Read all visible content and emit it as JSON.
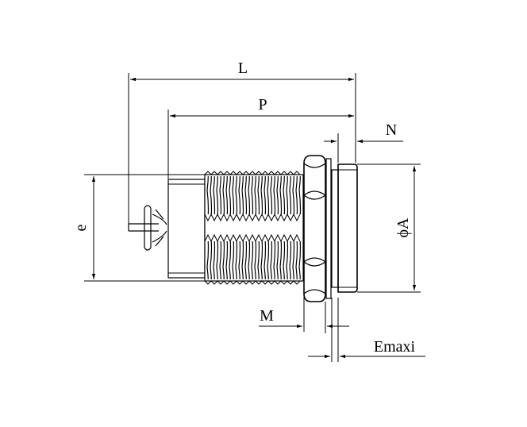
{
  "dimensions": {
    "L": "L",
    "P": "P",
    "N": "N",
    "e": "e",
    "A": "ϕA",
    "M": "M",
    "E": "Emaxi"
  }
}
